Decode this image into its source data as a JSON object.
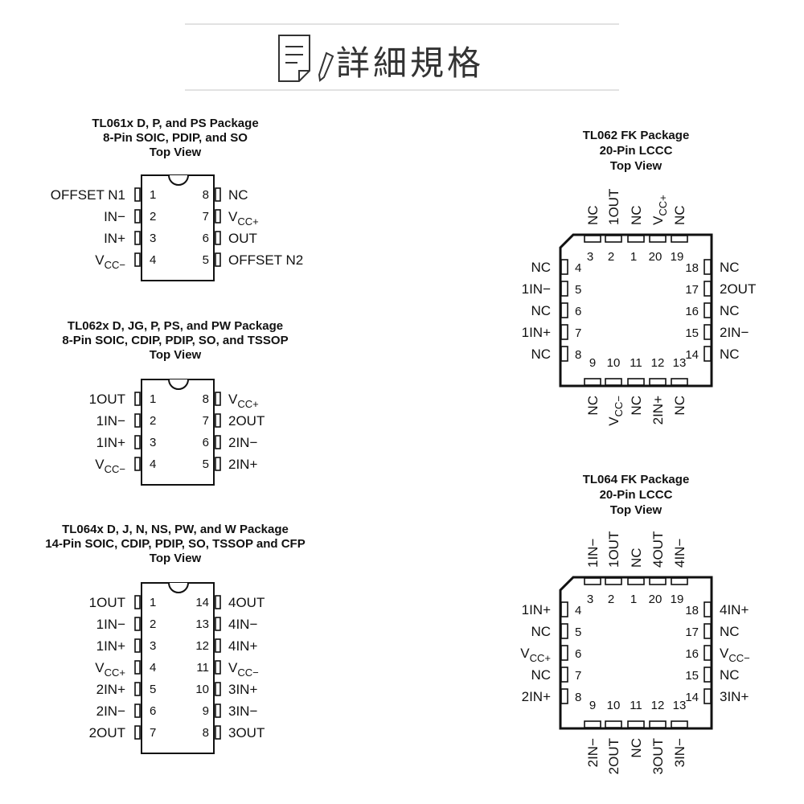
{
  "header": {
    "title": "詳細規格",
    "icon": "document-pen-icon"
  },
  "packages": [
    {
      "id": "tl061",
      "title_lines": [
        "TL061x D, P, and PS Package",
        "8-Pin SOIC, PDIP, and SO",
        "Top View"
      ],
      "left": [
        {
          "num": "1",
          "label": "OFFSET N1"
        },
        {
          "num": "2",
          "label": "IN−"
        },
        {
          "num": "3",
          "label": "IN+"
        },
        {
          "num": "4",
          "label": "V",
          "sub": "CC−"
        }
      ],
      "right": [
        {
          "num": "8",
          "label": "NC"
        },
        {
          "num": "7",
          "label": "V",
          "sub": "CC+"
        },
        {
          "num": "6",
          "label": "OUT"
        },
        {
          "num": "5",
          "label": "OFFSET N2"
        }
      ]
    },
    {
      "id": "tl062",
      "title_lines": [
        "TL062x D, JG, P, PS, and PW Package",
        "8-Pin SOIC, CDIP, PDIP, SO, and TSSOP",
        "Top View"
      ],
      "left": [
        {
          "num": "1",
          "label": "1OUT"
        },
        {
          "num": "2",
          "label": "1IN−"
        },
        {
          "num": "3",
          "label": "1IN+"
        },
        {
          "num": "4",
          "label": "V",
          "sub": "CC−"
        }
      ],
      "right": [
        {
          "num": "8",
          "label": "V",
          "sub": "CC+"
        },
        {
          "num": "7",
          "label": "2OUT"
        },
        {
          "num": "6",
          "label": "2IN−"
        },
        {
          "num": "5",
          "label": "2IN+"
        }
      ]
    },
    {
      "id": "tl064",
      "title_lines": [
        "TL064x D, J, N, NS, PW, and W Package",
        "14-Pin SOIC, CDIP, PDIP, SO, TSSOP and CFP",
        "Top View"
      ],
      "left": [
        {
          "num": "1",
          "label": "1OUT"
        },
        {
          "num": "2",
          "label": "1IN−"
        },
        {
          "num": "3",
          "label": "1IN+"
        },
        {
          "num": "4",
          "label": "V",
          "sub": "CC+"
        },
        {
          "num": "5",
          "label": "2IN+"
        },
        {
          "num": "6",
          "label": "2IN−"
        },
        {
          "num": "7",
          "label": "2OUT"
        }
      ],
      "right": [
        {
          "num": "14",
          "label": "4OUT"
        },
        {
          "num": "13",
          "label": "4IN−"
        },
        {
          "num": "12",
          "label": "4IN+"
        },
        {
          "num": "11",
          "label": "V",
          "sub": "CC−"
        },
        {
          "num": "10",
          "label": "3IN+"
        },
        {
          "num": "9",
          "label": "3IN−"
        },
        {
          "num": "8",
          "label": "3OUT"
        }
      ]
    }
  ],
  "lccc": [
    {
      "id": "tl062fk",
      "title_lines": [
        "TL062 FK Package",
        "20-Pin LCCC",
        "Top View"
      ],
      "top": [
        {
          "num": "3",
          "label": "NC"
        },
        {
          "num": "2",
          "label": "1OUT"
        },
        {
          "num": "1",
          "label": "NC"
        },
        {
          "num": "20",
          "label": "V",
          "sub": "CC+"
        },
        {
          "num": "19",
          "label": "NC"
        }
      ],
      "left": [
        {
          "num": "4",
          "label": "NC"
        },
        {
          "num": "5",
          "label": "1IN−"
        },
        {
          "num": "6",
          "label": "NC"
        },
        {
          "num": "7",
          "label": "1IN+"
        },
        {
          "num": "8",
          "label": "NC"
        }
      ],
      "right": [
        {
          "num": "18",
          "label": "NC"
        },
        {
          "num": "17",
          "label": "2OUT"
        },
        {
          "num": "16",
          "label": "NC"
        },
        {
          "num": "15",
          "label": "2IN−"
        },
        {
          "num": "14",
          "label": "NC"
        }
      ],
      "bottom": [
        {
          "num": "9",
          "label": "NC"
        },
        {
          "num": "10",
          "label": "V",
          "sub": "CC−"
        },
        {
          "num": "11",
          "label": "NC"
        },
        {
          "num": "12",
          "label": "2IN+"
        },
        {
          "num": "13",
          "label": "NC"
        }
      ]
    },
    {
      "id": "tl064fk",
      "title_lines": [
        "TL064 FK Package",
        "20-Pin LCCC",
        "Top View"
      ],
      "top": [
        {
          "num": "3",
          "label": "1IN−"
        },
        {
          "num": "2",
          "label": "1OUT"
        },
        {
          "num": "1",
          "label": "NC"
        },
        {
          "num": "20",
          "label": "4OUT"
        },
        {
          "num": "19",
          "label": "4IN−"
        }
      ],
      "left": [
        {
          "num": "4",
          "label": "1IN+"
        },
        {
          "num": "5",
          "label": "NC"
        },
        {
          "num": "6",
          "label": "V",
          "sub": "CC+"
        },
        {
          "num": "7",
          "label": "NC"
        },
        {
          "num": "8",
          "label": "2IN+"
        }
      ],
      "right": [
        {
          "num": "18",
          "label": "4IN+"
        },
        {
          "num": "17",
          "label": "NC"
        },
        {
          "num": "16",
          "label": "V",
          "sub": "CC−"
        },
        {
          "num": "15",
          "label": "NC"
        },
        {
          "num": "14",
          "label": "3IN+"
        }
      ],
      "bottom": [
        {
          "num": "9",
          "label": "2IN−"
        },
        {
          "num": "10",
          "label": "2OUT"
        },
        {
          "num": "11",
          "label": "NC"
        },
        {
          "num": "12",
          "label": "3OUT"
        },
        {
          "num": "13",
          "label": "3IN−"
        }
      ]
    }
  ]
}
